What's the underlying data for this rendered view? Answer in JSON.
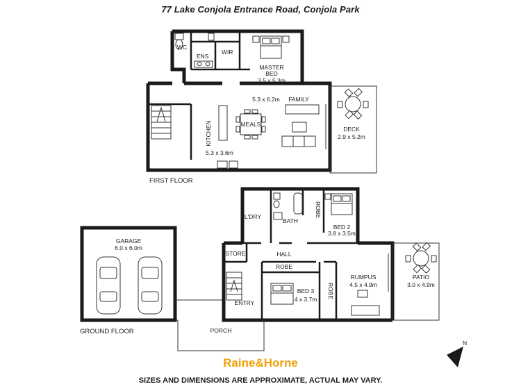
{
  "title": "77 Lake Conjola Entrance Road, Conjola Park",
  "brand": {
    "name_part1": "Raine",
    "amp": "&",
    "name_part2": "Horne",
    "color": "#f2a007"
  },
  "disclaimer": "SIZES AND DIMENSIONS ARE APPROXIMATE, ACTUAL MAY VARY.",
  "compass_label": "N",
  "first_floor": {
    "caption": "FIRST FLOOR",
    "rooms": {
      "wc": "WC",
      "ens": "ENS",
      "wir": "WIR",
      "master_bed": "MASTER",
      "master_bed_2": "BED",
      "master_bed_size": "3.5 x 5.3m",
      "family_size": "5.3 x 6.2m",
      "family": "FAMILY",
      "meals": "MEALS",
      "kitchen": "KITCHEN",
      "kitchen_size": "5.3 x 3.6m",
      "deck": "DECK",
      "deck_size": "2.9 x 5.2m"
    }
  },
  "ground_floor": {
    "caption": "GROUND FLOOR",
    "rooms": {
      "garage": "GARAGE",
      "garage_size": "6.0 x 6.0m",
      "ldry": "L'DRY",
      "bath": "BATH",
      "robe_bed2": "ROBE",
      "bed2": "BED 2",
      "bed2_size": "3.8 x 3.5m",
      "store": "STORE",
      "hall": "HALL",
      "robe_bed3": "ROBE",
      "bed3": "BED 3",
      "bed3_size": "4 x 3.7m",
      "entry": "ENTRY",
      "robe_rumpus": "ROBE",
      "rumpus": "RUMPUS",
      "rumpus_size": "4.5 x 4.9m",
      "patio": "PATIO",
      "patio_size": "3.0 x 4.9m",
      "porch": "PORCH"
    }
  }
}
